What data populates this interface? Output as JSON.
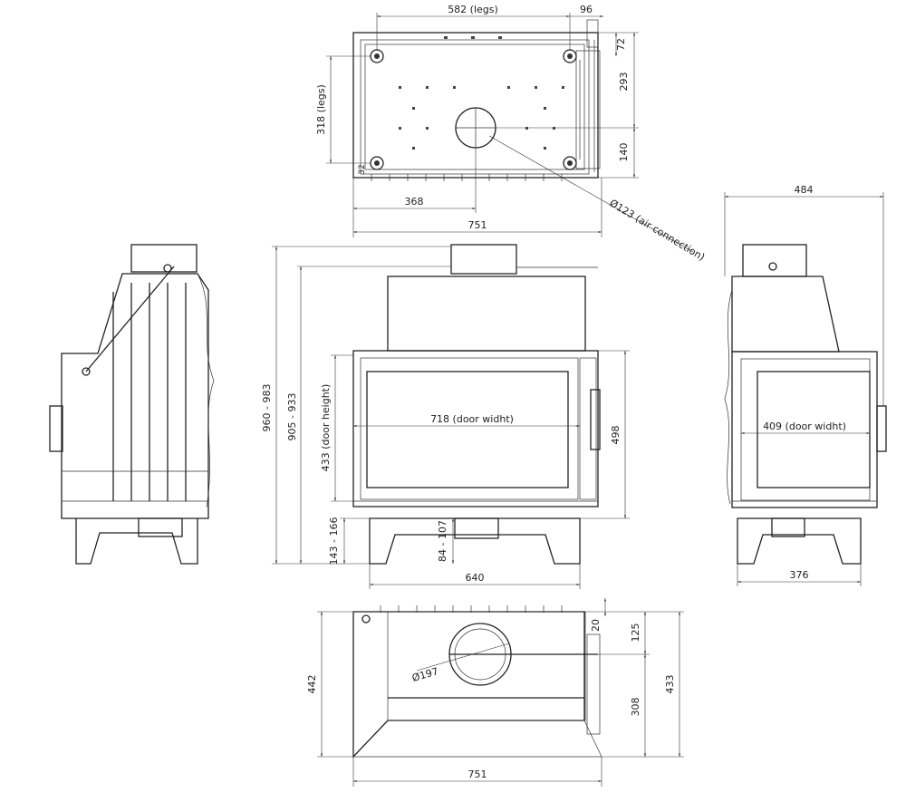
{
  "drawing": {
    "top_view": {
      "width_legs": "582 (legs)",
      "offset_right": "96",
      "depth_legs": "318 (legs)",
      "inset_top": "72",
      "inset_mid": "293",
      "inset_bottom": "140",
      "leg_offset": "32",
      "center_offset": "368",
      "overall_width": "751",
      "air_connection": "Ø123 (air connection)"
    },
    "front_view": {
      "total_height": "960 - 983",
      "body_height": "905 - 933",
      "door_height": "433 (door height)",
      "door_width": "718 (door widht)",
      "side_height": "498",
      "leg_height": "143 - 166",
      "base_gap": "84 - 107",
      "base_width": "640"
    },
    "side_view_right": {
      "overall_depth": "484",
      "door_width": "409 (door widht)",
      "base_depth": "376"
    },
    "bottom_view": {
      "depth": "442",
      "edge_offset": "20",
      "flue_offset": "125",
      "lower_offset": "308",
      "side_depth": "433",
      "flue_diameter": "Ø197",
      "overall_width": "751"
    }
  }
}
